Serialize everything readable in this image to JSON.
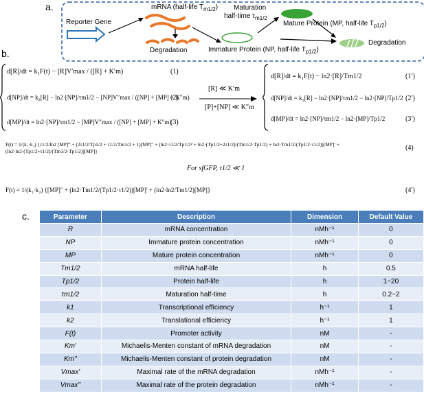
{
  "panel_a": {
    "label": "a.",
    "reporter_gene": "Reporter Gene",
    "mrna": "mRNA (half-life T",
    "mrna_sub": "m1/2",
    "mrna_close": ")",
    "degradation_mrna": "Degradation",
    "maturation_line1": "Maturation",
    "maturation_line2": "half-time τ",
    "maturation_sub": "m1/2",
    "mature_protein": "Mature Protein (MP, half-life T",
    "mature_sub": "p1/2",
    "mature_close": ")",
    "immature_protein": "Immature Protein (NP, half-life T",
    "immature_sub": "p1/2",
    "immature_close": ")",
    "degradation_protein": "Degradation",
    "colors": {
      "box_border": "#2e5f9e",
      "gene_arrow": "#2e75b6",
      "mrna": "#e8782a",
      "protein": "#3aa335"
    }
  },
  "panel_b": {
    "label": "b.",
    "eq1": "d[R]/dt = k₁F(t) − [R]V′max / ([R] + K′m)",
    "eq1_num": "(1)",
    "eq2": "d[NP]/dt = k₂[R] − ln2·[NP]/τm1/2 − [NP]V″max / ([NP] + [MP] + K″m)",
    "eq2_num": "(2)",
    "eq3": "d[MP]/dt = ln2·[NP]/τm1/2 − [MP]V″max / ([NP] + [MP] + K″m)",
    "eq3_num": "(3)",
    "cond1": "[R] ≪ K′m",
    "cond2": "[P]+[NP] ≪ K″m",
    "eq1p": "d[R]/dt = k₁F(t) − ln2·[R]/Tm1/2",
    "eq1p_num": "(1′)",
    "eq2p": "d[NP]/dt = k₂[R] − ln2·[NP]/τm1/2 − ln2·[NP]/Tp1/2",
    "eq2p_num": "(2′)",
    "eq3p": "d[MP]/dt = ln2·[NP]/τm1/2 − ln2·[MP]/Tp1/2",
    "eq3p_num": "(3′)",
    "eq4": "F(t) = 1/(k₁·k₂) {τ1/2/ln2 [MP]‴ + (2τ1/2/Tp1/2 + τ1/2/Tm1/2 + 1)[MP]″ + (ln2·τ1/2/Tp1/2² + ln2·(Tp1/2+2τ1/2)/(Tm1/2·Tp1/2) + ln2·Tm1/2/(Tp1/2·τ1/2))[MP]′ + (ln2·ln2·(Tp1/2+τ1/2)/(Tm1/2·Tp1/2))[MP]}",
    "eq4_num": "(4)",
    "for_sfgfp": "For sfGFP, τ1/2 ≪ 1",
    "eq4p": "F(t) = 1/(k₁·k₂) {[MP]″ + (ln2·Tm1/2/(Tp1/2·τ1/2))[MP]′ + (ln2·ln2/Tm1/2)[MP]}",
    "eq4p_num": "(4′)"
  },
  "panel_c": {
    "label": "c.",
    "headers": [
      "Parameter",
      "Description",
      "Dimension",
      "Default Value"
    ],
    "rows": [
      {
        "param": "R",
        "desc": "mRNA concentration",
        "dim": "nMh⁻¹",
        "val": "0"
      },
      {
        "param": "NP",
        "desc": "Immature protein concentration",
        "dim": "nMh⁻¹",
        "val": "0"
      },
      {
        "param": "MP",
        "desc": "Mature protein concentration",
        "dim": "nMh⁻¹",
        "val": "0"
      },
      {
        "param": "Tm1/2",
        "desc": "mRNA half-life",
        "dim": "h",
        "val": "0.5"
      },
      {
        "param": "Tp1/2",
        "desc": "Protein half-life",
        "dim": "h",
        "val": "1~20"
      },
      {
        "param": "τm1/2",
        "desc": "Maturation half-time",
        "dim": "h",
        "val": "0.2~2"
      },
      {
        "param": "k1",
        "desc": "Transcriptional efficiency",
        "dim": "h⁻¹",
        "val": "1"
      },
      {
        "param": "k2",
        "desc": "Translational efficiency",
        "dim": "h⁻¹",
        "val": "1"
      },
      {
        "param": "F(t)",
        "desc": "Promoter activity",
        "dim": "nM",
        "val": "-"
      },
      {
        "param": "Km'",
        "desc": "Michaelis-Menten constant of mRNA degradation",
        "dim": "nM",
        "val": "-"
      },
      {
        "param": "Km''",
        "desc": "Michaelis-Menten constant of protein degradation",
        "dim": "nM",
        "val": "-"
      },
      {
        "param": "Vmax'",
        "desc": "Maximal rate of the mRNA degradation",
        "dim": "nMh⁻¹",
        "val": "-"
      },
      {
        "param": "Vmax''",
        "desc": "Maximal rate of the protein degradation",
        "dim": "nMh⁻¹",
        "val": "-"
      }
    ],
    "colors": {
      "header": "#4a7ebb",
      "row_odd": "#cfdcef",
      "row_even": "#e8eef7"
    }
  }
}
